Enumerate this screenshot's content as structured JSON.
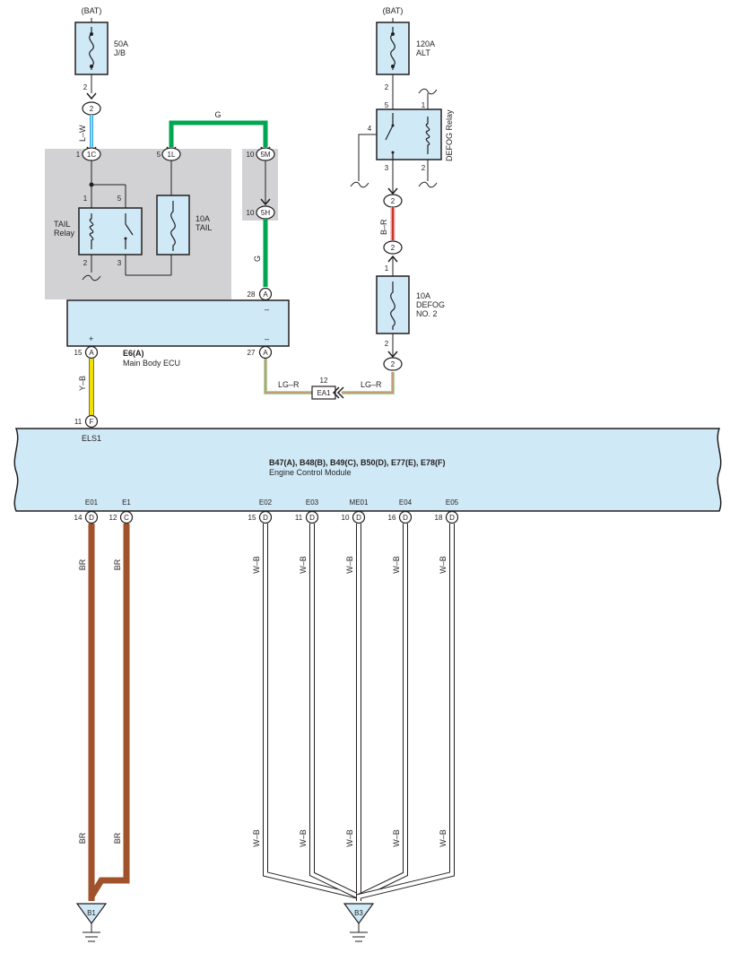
{
  "colors": {
    "module_fill": "#cfe9f6",
    "junction_block": "#d2d2d4",
    "wire_G": "#00a651",
    "wire_LW": "#29abe2",
    "wire_YB": "#f2e100",
    "wire_BR": "#a0522d",
    "wire_BR_stripe": "#e04040",
    "wire_LGR_base": "#a8d7a0",
    "wire_LGR_stripe": "#e06050",
    "wire_WB": "#ffffff"
  },
  "power": {
    "bat1": "(BAT)",
    "fuse1_amp": "50A",
    "fuse1_name": "J/B",
    "bat2": "(BAT)",
    "fuse2_amp": "120A",
    "fuse2_name": "ALT"
  },
  "tail_relay": {
    "name1": "TAIL",
    "name2": "Relay",
    "pin1": "1",
    "pin5": "5",
    "pin2": "2",
    "pin3": "3"
  },
  "tail_fuse": {
    "amp": "10A",
    "name": "TAIL"
  },
  "defog_relay": {
    "name": "DEFOG Relay",
    "pin5": "5",
    "pin1": "1",
    "pin4": "4",
    "pin3": "3",
    "pin2": "2"
  },
  "defog_fuse": {
    "amp": "10A",
    "name1": "DEFOG",
    "name2": "NO. 2",
    "pin1": "1",
    "pin2": "2"
  },
  "connectors": {
    "c2a": "2",
    "c1c": "1C",
    "c1l": "1L",
    "c5m": "5M",
    "c5h": "5H",
    "c2b": "2",
    "c2c": "2",
    "c2d": "2",
    "a28": "A",
    "a15": "A",
    "a27": "A",
    "f11": "F",
    "ea1": "EA1"
  },
  "pin_numbers": {
    "p2a": "2",
    "p1c": "1",
    "p5l": "5",
    "p10m": "10",
    "p10h": "10",
    "p2_fuse1": "2",
    "p28": "28",
    "p15": "15",
    "p27": "27",
    "p11": "11",
    "p12": "12",
    "p2_fuse2": "2"
  },
  "wire_labels": {
    "lw": "L–W",
    "g_top": "G",
    "g_side": "G",
    "br_def": "B–R",
    "yb": "Y–B",
    "lgr_left": "LG–R",
    "lgr_right": "LG–R"
  },
  "ecu": {
    "code": "E6(A)",
    "name": "Main Body ECU",
    "plus": "+",
    "minus_top": "–",
    "minus_bot": "–"
  },
  "ecm": {
    "code": "B47(A), B48(B), B49(C), B50(D), E77(E), E78(F)",
    "name": "Engine Control Module",
    "els1": "ELS1"
  },
  "ecm_pins": [
    {
      "term": "E01",
      "num": "14",
      "conn": "D",
      "wire": "BR"
    },
    {
      "term": "E1",
      "num": "12",
      "conn": "C",
      "wire": "BR"
    },
    {
      "term": "E02",
      "num": "15",
      "conn": "D",
      "wire": "W–B"
    },
    {
      "term": "E03",
      "num": "11",
      "conn": "D",
      "wire": "W–B"
    },
    {
      "term": "ME01",
      "num": "10",
      "conn": "D",
      "wire": "W–B"
    },
    {
      "term": "E04",
      "num": "16",
      "conn": "D",
      "wire": "W–B"
    },
    {
      "term": "E05",
      "num": "18",
      "conn": "D",
      "wire": "W–B"
    }
  ],
  "grounds": {
    "b1": "B1",
    "b3": "B3"
  }
}
